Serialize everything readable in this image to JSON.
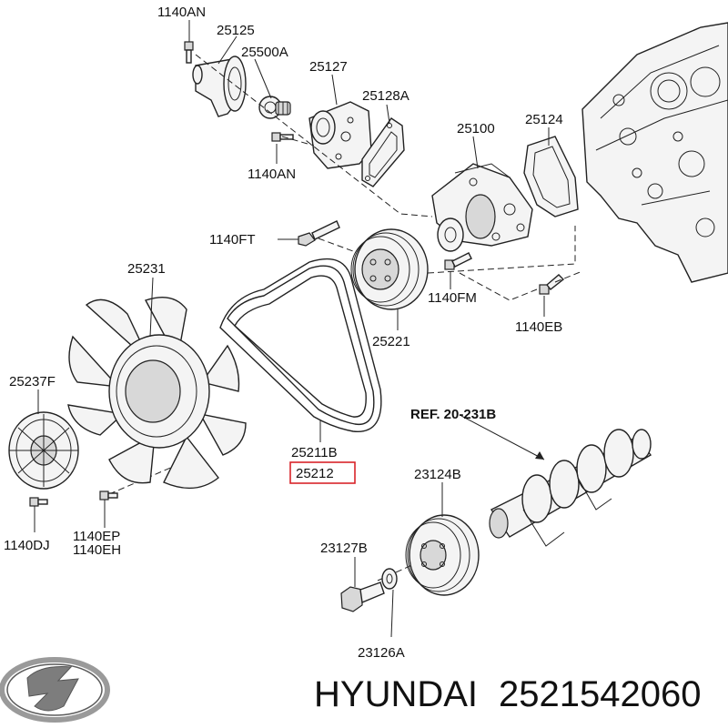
{
  "diagram": {
    "labels": {
      "p1140an_top": "1140AN",
      "p25125": "25125",
      "p25500a": "25500A",
      "p25127": "25127",
      "p25128a": "25128A",
      "p1140an_mid": "1140AN",
      "p25100": "25100",
      "p25124": "25124",
      "p1140ft": "1140FT",
      "p1140fm": "1140FM",
      "p1140eb": "1140EB",
      "p25231": "25231",
      "p25221": "25221",
      "p25237f": "25237F",
      "p25211b": "25211B",
      "p25212": "25212",
      "ref": "REF. 20-231B",
      "p23124b": "23124B",
      "p23127b": "23127B",
      "p23126a": "23126A",
      "p1140dj": "1140DJ",
      "p1140ep": "1140EP",
      "p1140eh": "1140EH"
    },
    "highlight_color": "#d9242a"
  },
  "footer": {
    "brand": "HYUNDAI",
    "part_number": "2521542060"
  }
}
